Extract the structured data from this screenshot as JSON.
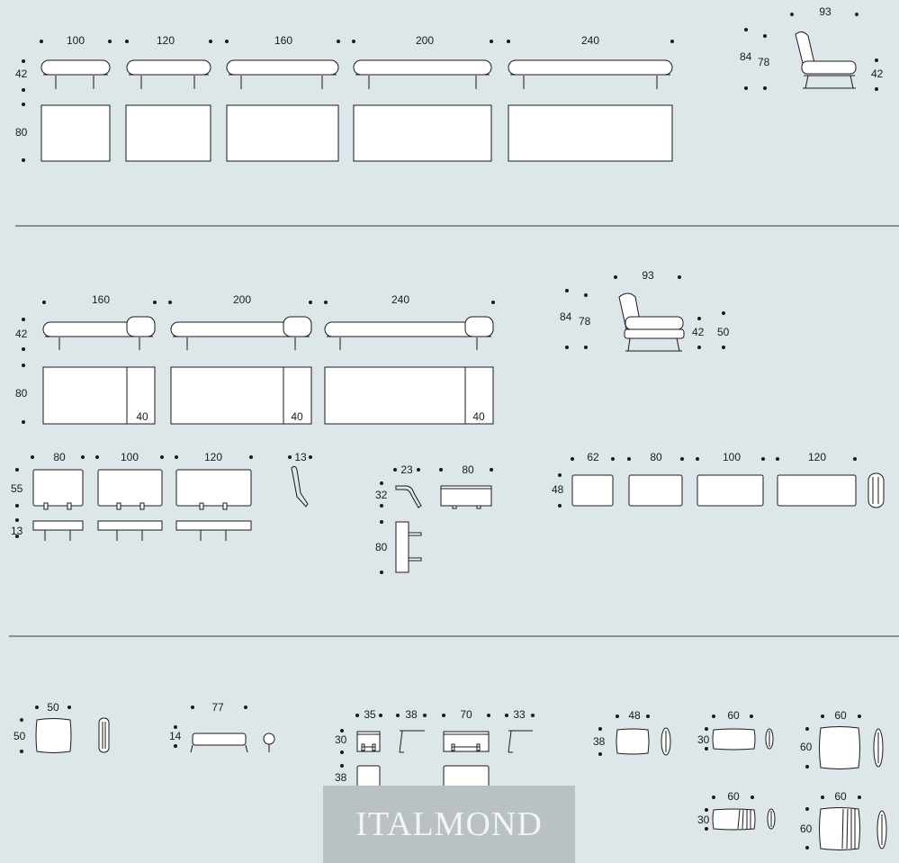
{
  "colors": {
    "background": "#dde6e9",
    "line": "#1a1a1a",
    "rule": "#3a3a3a",
    "watermark_bg": "#b9c1c4",
    "watermark_text": "#f2f4f5"
  },
  "brand": "ITALMOND",
  "section1": {
    "widths": [
      "100",
      "120",
      "160",
      "200",
      "240"
    ],
    "height": "42",
    "depth": "80",
    "chair": {
      "width": "93",
      "total_height": "84",
      "back_height": "78",
      "seat_height": "42"
    }
  },
  "section2": {
    "widths": [
      "160",
      "200",
      "240"
    ],
    "height": "42",
    "depth": "80",
    "module": "40",
    "chair": {
      "width": "93",
      "total_height": "84",
      "back_height": "78",
      "seat_height": "42",
      "arm_height": "50"
    }
  },
  "section3": {
    "backrests": [
      "80",
      "100",
      "120"
    ],
    "backrest_height": "55",
    "backrest_thickness": "13",
    "side_depth": "13",
    "armrest": {
      "depth": "23",
      "height": "32",
      "length": "80",
      "side_length": "80"
    },
    "cushions_48": [
      "62",
      "80",
      "100",
      "120"
    ],
    "cushion_height": "48"
  },
  "section4": {
    "pillow_50": {
      "w": "50",
      "h": "50"
    },
    "bolster": {
      "w": "77",
      "h": "14"
    },
    "table_a": {
      "w": "35",
      "h": "30",
      "side_w": "38",
      "depth": "38"
    },
    "table_b": {
      "w": "70",
      "side_w": "33"
    },
    "pillow_48": {
      "w": "48",
      "h": "38"
    },
    "pillow_60x30": {
      "w": "60",
      "h": "30"
    },
    "pillow_60x60": {
      "w": "60",
      "h": "60"
    },
    "pillow_60x30_b": {
      "w": "60",
      "h": "30"
    },
    "pillow_60x60_b": {
      "w": "60",
      "h": "60"
    }
  }
}
